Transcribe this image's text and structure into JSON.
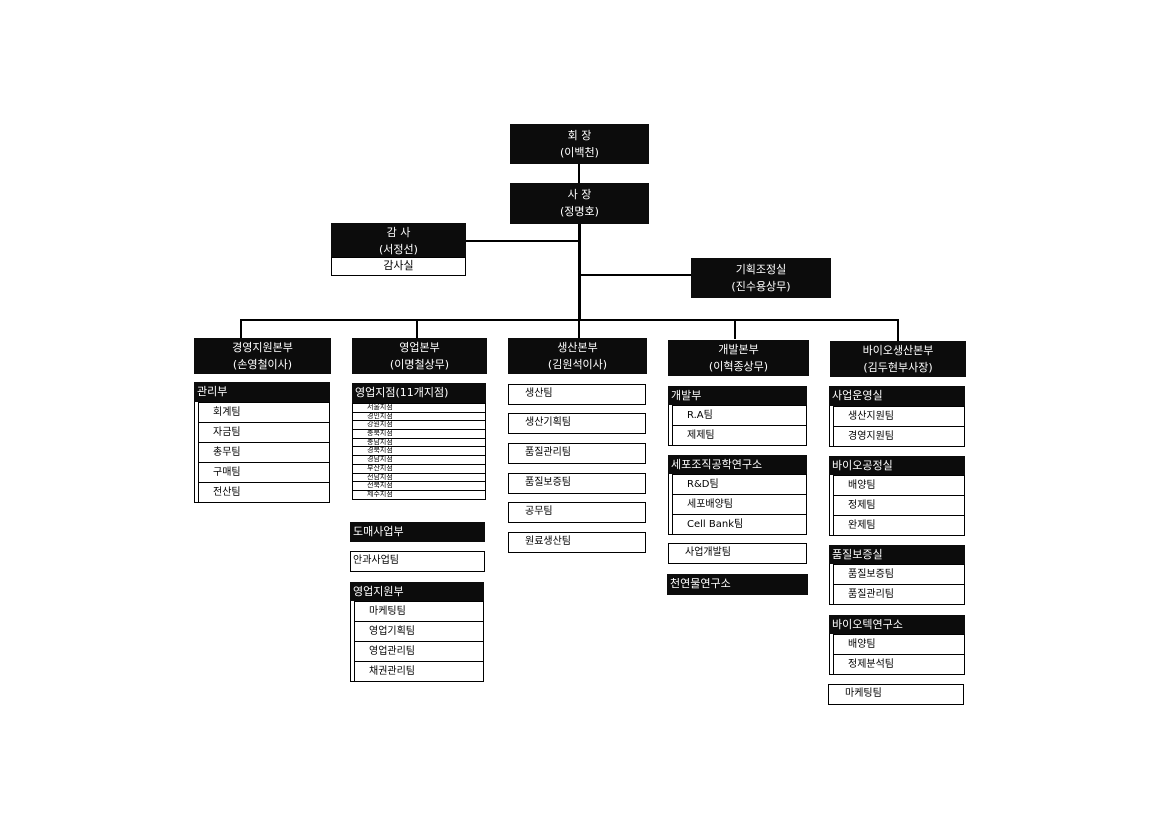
{
  "ceo": {
    "title": "회  장",
    "name": "(이백천)"
  },
  "president": {
    "title": "사  장",
    "name": "(정명호)"
  },
  "audit": {
    "title": "감  사",
    "name": "(서정선)",
    "office": "감사실"
  },
  "planning": {
    "title": "기획조정실",
    "name": "(진수용상무)"
  },
  "divisions": [
    {
      "title": "경영지원본부",
      "name": "(손영철이사)"
    },
    {
      "title": "영업본부",
      "name": "(이명철상무)"
    },
    {
      "title": "생산본부",
      "name": "(김원석이사)"
    },
    {
      "title": "개발본부",
      "name": "(이혁종상무)"
    },
    {
      "title": "바이오생산본부",
      "name": "(김두현부사장)"
    }
  ],
  "mgmt": {
    "dept": "관리부",
    "teams": [
      "회계팀",
      "자금팀",
      "총무팀",
      "구매팀",
      "전산팀"
    ]
  },
  "sales": {
    "branches_title": "영업지점(11개지점)",
    "branches": [
      "서울지점",
      "경인지점",
      "강원지점",
      "충북지점",
      "충남지점",
      "경북지점",
      "경남지점",
      "부산지점",
      "전남지점",
      "전북지점",
      "제주지점"
    ],
    "wholesale": "도매사업부",
    "ophthalmic": "안과사업팀",
    "support_title": "영업지원부",
    "support_teams": [
      "마케팅팀",
      "영업기획팀",
      "영업관리팀",
      "채권관리팀"
    ]
  },
  "production": {
    "teams": [
      "생산팀",
      "생산기획팀",
      "품질관리팀",
      "품질보증팀",
      "공무팀",
      "원료생산팀"
    ]
  },
  "dev": {
    "dept": "개발부",
    "dept_teams": [
      "R.A팀",
      "제제팀"
    ],
    "lab": "세포조직공학연구소",
    "lab_teams": [
      "R&D팀",
      "세포배양팀",
      "Cell Bank팀"
    ],
    "bizdev": "사업개발팀",
    "natural": "천연물연구소"
  },
  "bio": {
    "ops": "사업운영실",
    "ops_teams": [
      "생산지원팀",
      "경영지원팀"
    ],
    "plant": "바이오공정실",
    "plant_teams": [
      "배양팀",
      "정제팀",
      "완제팀"
    ],
    "qa": "품질보증실",
    "qa_teams": [
      "품질보증팀",
      "품질관리팀"
    ],
    "lab": "바이오텍연구소",
    "lab_teams": [
      "배양팀",
      "정제분석팀"
    ],
    "marketing": "마케팅팀"
  }
}
